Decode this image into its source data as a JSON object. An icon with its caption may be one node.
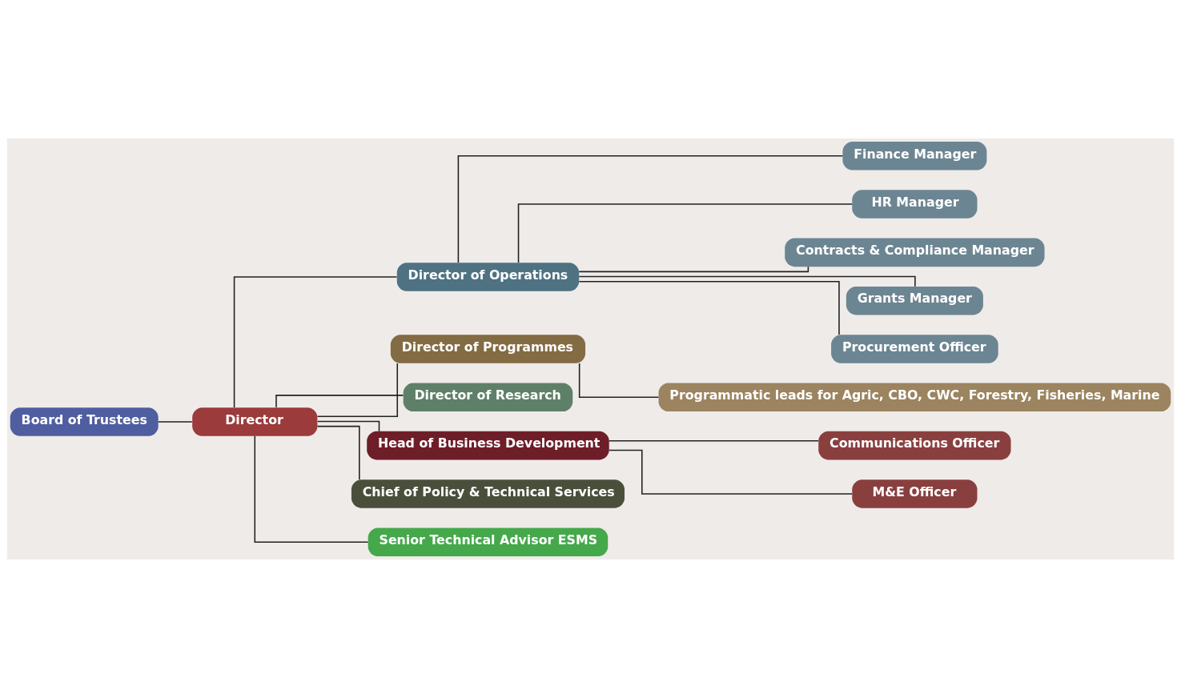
{
  "diagram": {
    "nodes": [
      {
        "text": [
          "Board of Trustees"
        ]
      },
      {
        "text": [
          "Director"
        ]
      },
      {
        "text": [
          "Director of Operations"
        ]
      },
      {
        "text": [
          "Director of Programmes"
        ]
      },
      {
        "text": [
          "Director of Research"
        ]
      },
      {
        "text": [
          "Head of Business Development"
        ]
      },
      {
        "text": [
          "Chief of Policy & Technical Services"
        ]
      },
      {
        "text": [
          "Senior Technical Advisor ESMS"
        ]
      },
      {
        "text": [
          "Finance Manager"
        ]
      },
      {
        "text": [
          "HR Manager"
        ]
      },
      {
        "text": [
          "Contracts & Compliance Manager"
        ]
      },
      {
        "text": [
          "Grants Manager"
        ]
      },
      {
        "text": [
          "Procurement Officer"
        ]
      },
      {
        "text": [
          "Programmatic leads for Agric, CBO, CWC, Forestry, Fisheries, Marine"
        ]
      },
      {
        "text": [
          "Communications Officer"
        ]
      },
      {
        "text": [
          "M&E Officer"
        ]
      }
    ],
    "edges": [
      {
        "from": 0,
        "to": 1,
        "arrow": "none"
      },
      {
        "from": 1,
        "to": 2,
        "arrow": "none"
      },
      {
        "from": 1,
        "to": 3,
        "arrow": "none"
      },
      {
        "from": 1,
        "to": 4,
        "arrow": "none"
      },
      {
        "from": 1,
        "to": 5,
        "arrow": "none"
      },
      {
        "from": 1,
        "to": 6,
        "arrow": "none"
      },
      {
        "from": 1,
        "to": 7,
        "arrow": "none"
      },
      {
        "from": 2,
        "to": 8,
        "arrow": "none"
      },
      {
        "from": 2,
        "to": 9,
        "arrow": "none"
      },
      {
        "from": 2,
        "to": 10,
        "arrow": "none"
      },
      {
        "from": 2,
        "to": 11,
        "arrow": "none"
      },
      {
        "from": 2,
        "to": 12,
        "arrow": "none"
      },
      {
        "from": 3,
        "to": 13,
        "arrow": "none"
      },
      {
        "from": 5,
        "to": 14,
        "arrow": "none"
      },
      {
        "from": 5,
        "to": 15,
        "arrow": "none"
      }
    ]
  }
}
